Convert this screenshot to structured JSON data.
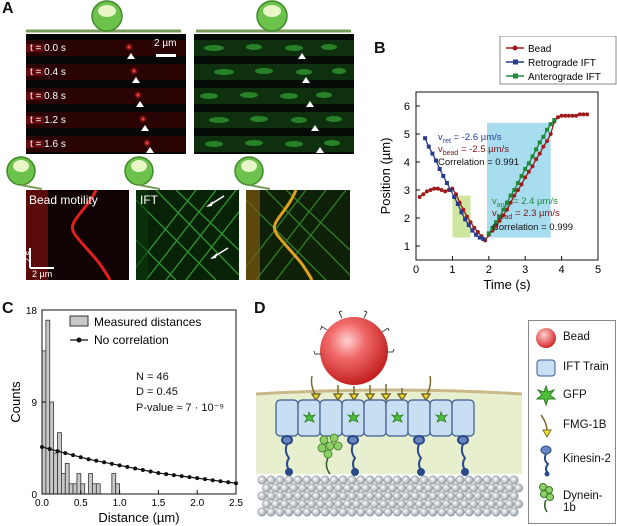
{
  "panels": {
    "A": {
      "letter": "A",
      "time_labels": [
        "t = 0.0 s",
        "t = 0.4 s",
        "t = 0.8 s",
        "t = 1.2 s",
        "t = 1.6 s"
      ],
      "scale_bar_top": "2 µm",
      "kymo_label_bead": "Bead motility",
      "kymo_label_ift": "IFT",
      "kymo_scale_time": "2 s",
      "kymo_scale_space": "2 µm",
      "colors": {
        "bead_channel": "#c81818",
        "ift_channel": "#2fae2f",
        "cell": "#5fbf3f"
      }
    },
    "B": {
      "letter": "B",
      "annotations": {
        "v_ret": "= -2.6 µm/s",
        "v_ret_label": "v",
        "v_ret_sub": "ret",
        "v_bead1": "= -2.5 µm/s",
        "v_bead1_label": "v",
        "v_bead1_sub": "bead",
        "corr1": "Correlation = 0.991",
        "v_ante": "= 2.4 µm/s",
        "v_ante_label": "v",
        "v_ante_sub": "ante",
        "v_bead2": "= 2.3 µm/s",
        "v_bead2_label": "v",
        "v_bead2_sub": "bead",
        "corr2": "Correlation = 0.999"
      }
    },
    "C": {
      "letter": "C",
      "stats": {
        "n": "N = 46",
        "d": "D = 0.45",
        "p": "P-value ≈ 7 · 10⁻⁹"
      }
    },
    "D": {
      "letter": "D",
      "legend": [
        "Bead",
        "IFT Train",
        "GFP",
        "FMG-1B",
        "Kinesin-2",
        "Dynein-1b"
      ]
    }
  },
  "chart_data": [
    {
      "type": "line",
      "xlabel": "Time (s)",
      "ylabel": "Position (µm)",
      "xlim": [
        0,
        5
      ],
      "ylim": [
        0.5,
        6.5
      ],
      "xticks": [
        0,
        1,
        2,
        3,
        4,
        5
      ],
      "yticks": [
        1,
        2,
        3,
        4,
        5,
        6
      ],
      "legend_position": "top-right",
      "highlights": [
        {
          "x0": 1.0,
          "x1": 1.5,
          "y0": 1.3,
          "y1": 2.8,
          "color": "#cfe6a0"
        },
        {
          "x0": 1.95,
          "x1": 3.7,
          "y0": 1.3,
          "y1": 5.4,
          "color": "#a8dcef"
        }
      ],
      "series": [
        {
          "name": "Bead",
          "color": "#9e1b1b",
          "x": [
            0.1,
            0.2,
            0.3,
            0.4,
            0.5,
            0.6,
            0.7,
            0.8,
            0.9,
            1.0,
            1.1,
            1.2,
            1.3,
            1.4,
            1.5,
            1.6,
            1.7,
            1.8,
            1.9,
            2.0,
            2.1,
            2.2,
            2.3,
            2.4,
            2.5,
            2.6,
            2.7,
            2.8,
            2.9,
            3.0,
            3.1,
            3.2,
            3.3,
            3.4,
            3.5,
            3.6,
            3.7,
            3.8,
            3.9,
            4.0,
            4.1,
            4.2,
            4.3,
            4.4,
            4.5,
            4.6,
            4.7
          ],
          "y": [
            2.75,
            2.85,
            2.95,
            3.0,
            3.05,
            3.05,
            3.0,
            2.95,
            3.0,
            3.05,
            2.85,
            2.55,
            2.3,
            2.05,
            1.85,
            1.65,
            1.5,
            1.35,
            1.2,
            1.4,
            1.55,
            1.7,
            1.9,
            2.1,
            2.3,
            2.55,
            2.8,
            3.0,
            3.2,
            3.45,
            3.65,
            3.85,
            4.1,
            4.3,
            4.55,
            4.75,
            5.0,
            5.45,
            5.6,
            5.65,
            5.65,
            5.65,
            5.65,
            5.65,
            5.7,
            5.7,
            5.7
          ]
        },
        {
          "name": "Retrograde IFT",
          "color": "#283c8c",
          "x": [
            0.25,
            0.35,
            0.45,
            0.55,
            0.65,
            0.75,
            0.85,
            0.95,
            1.05,
            1.15,
            1.25,
            1.35,
            1.45,
            1.55,
            1.65,
            1.75,
            1.85
          ],
          "y": [
            4.85,
            4.55,
            4.3,
            4.05,
            3.75,
            3.5,
            3.25,
            3.0,
            2.75,
            2.5,
            2.2,
            1.95,
            1.75,
            1.55,
            1.4,
            1.3,
            1.25
          ]
        },
        {
          "name": "Anterograde IFT",
          "color": "#1d8a3a",
          "x": [
            2.0,
            2.1,
            2.2,
            2.3,
            2.4,
            2.5,
            2.6,
            2.7,
            2.8,
            2.9,
            3.0,
            3.1,
            3.2,
            3.3,
            3.4,
            3.5,
            3.6,
            3.7,
            3.8
          ],
          "y": [
            1.45,
            1.65,
            1.85,
            2.05,
            2.3,
            2.55,
            2.8,
            3.0,
            3.25,
            3.5,
            3.75,
            3.95,
            4.2,
            4.45,
            4.7,
            4.9,
            5.15,
            5.35,
            5.5
          ]
        }
      ]
    },
    {
      "type": "bar",
      "xlabel": "Distance (µm)",
      "ylabel": "Counts",
      "xlim": [
        0,
        2.5
      ],
      "ylim": [
        0,
        18
      ],
      "xticks": [
        0.0,
        0.5,
        1.0,
        1.5,
        2.0,
        2.5
      ],
      "yticks": [
        0,
        9,
        18
      ],
      "legend_position": "top-right",
      "series": [
        {
          "name": "Measured distances",
          "type": "bar",
          "color": "#c8c8c8",
          "bin_width": 0.05,
          "bin_starts": [
            0.0,
            0.05,
            0.1,
            0.15,
            0.2,
            0.25,
            0.3,
            0.35,
            0.4,
            0.45,
            0.5,
            0.55,
            0.6,
            0.65,
            0.7,
            0.75,
            0.8,
            0.85,
            0.9,
            0.95
          ],
          "values": [
            14,
            17,
            9,
            4,
            6,
            2,
            3,
            1,
            1,
            2,
            1,
            0,
            2,
            1,
            1,
            0,
            0,
            0,
            2,
            1
          ]
        },
        {
          "name": "No correlation",
          "type": "line",
          "color": "#111111",
          "x": [
            0.0,
            0.1,
            0.2,
            0.3,
            0.4,
            0.5,
            0.6,
            0.7,
            0.8,
            0.9,
            1.0,
            1.1,
            1.2,
            1.3,
            1.4,
            1.5,
            1.6,
            1.7,
            1.8,
            1.9,
            2.0,
            2.1,
            2.2,
            2.3,
            2.4,
            2.5
          ],
          "y": [
            4.6,
            4.4,
            4.2,
            4.0,
            3.8,
            3.6,
            3.4,
            3.25,
            3.1,
            2.95,
            2.8,
            2.65,
            2.5,
            2.35,
            2.2,
            2.05,
            1.95,
            1.85,
            1.75,
            1.65,
            1.55,
            1.45,
            1.35,
            1.25,
            1.15,
            1.05
          ]
        }
      ]
    }
  ]
}
